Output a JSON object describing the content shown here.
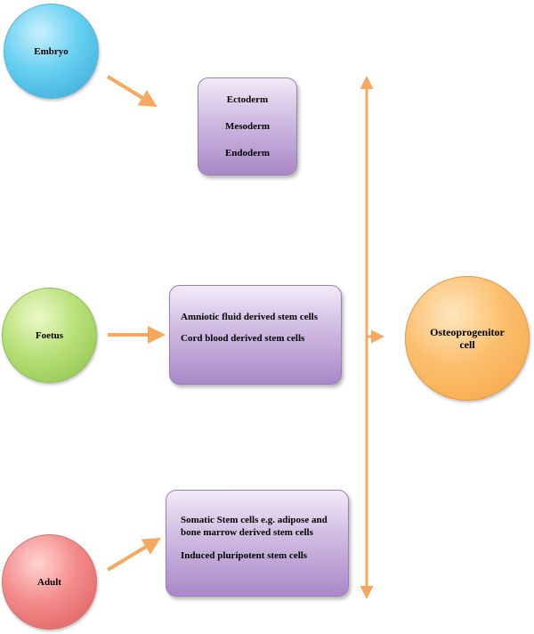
{
  "sources": {
    "embryo": "Embryo",
    "foetus": "Foetus",
    "adult": "Adult"
  },
  "germ_layers": [
    "Ectoderm",
    "Mesoderm",
    "Endoderm"
  ],
  "foetal_cells": [
    "Amniotic fluid derived stem cells",
    "Cord blood derived stem cells"
  ],
  "adult_cells": [
    "Somatic Stem cells e.g. adipose and",
    "bone marrow derived stem cells",
    "Induced pluripotent stem cells"
  ],
  "target": [
    "Osteoprogenitor",
    "cell"
  ],
  "colors": {
    "arrow": "#f5a85e",
    "embryo": "#4fc1e9",
    "foetus": "#a5d56a",
    "adult": "#ec7373",
    "target": "#f9b457",
    "box": "#b89ad4"
  }
}
